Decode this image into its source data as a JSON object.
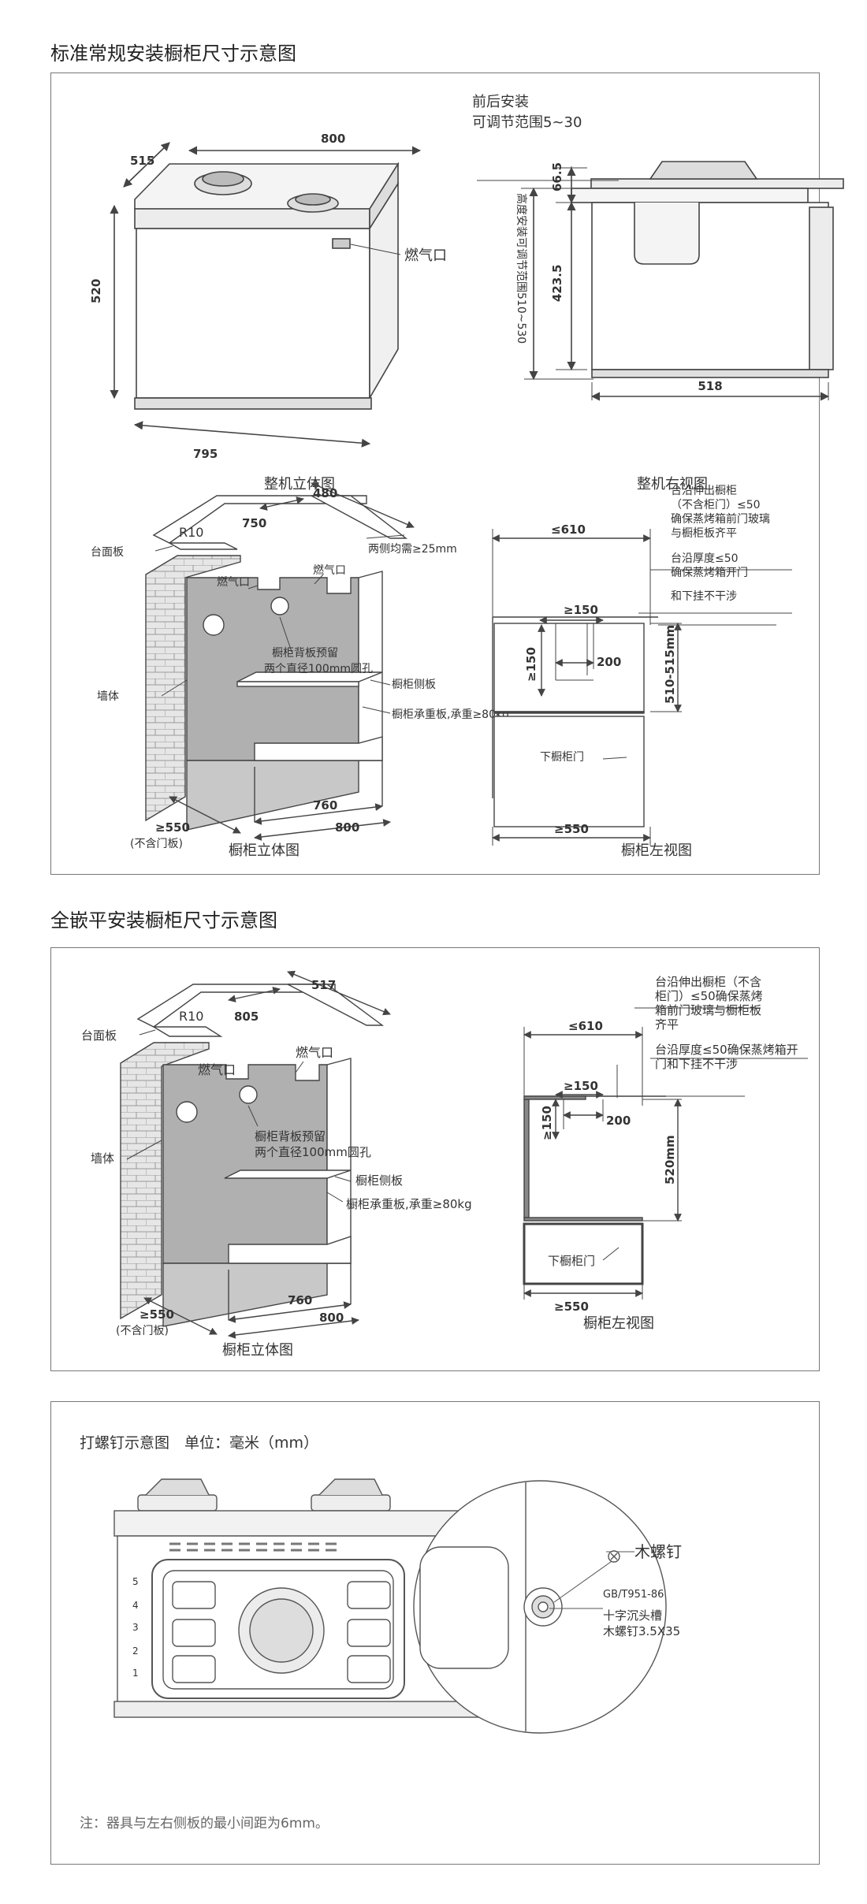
{
  "section1": {
    "title": "标准常规安装橱柜尺寸示意图",
    "unit_view": {
      "caption": "整机立体图",
      "dims": {
        "depth": "515",
        "width": "800",
        "height": "520",
        "bottom": "795"
      },
      "gas_label": "燃气口"
    },
    "right_view": {
      "caption": "整机右视图",
      "note_line1": "前后安装",
      "note_line2": "可调节范围5~30",
      "dim_top": "66.5",
      "dim_body": "423.5",
      "height_note": "高度安装可调节范围510~530",
      "dim_depth": "518"
    },
    "cabinet_3d": {
      "caption": "橱柜立体图",
      "radius": "R10",
      "dim_480": "480",
      "dim_750": "750",
      "gap_note": "两侧均需≥25mm",
      "countertop": "台面板",
      "gas1": "燃气口",
      "gas2": "燃气口",
      "backboard1": "橱柜背板预留",
      "backboard2": "两个直径100mm圆孔",
      "side": "橱柜侧板",
      "wall": "墙体",
      "shelf": "橱柜承重板,承重≥80kg",
      "dim_depth": "≥550",
      "dim_depth_note": "(不含门板)",
      "dim_760": "760",
      "dim_800": "800"
    },
    "cabinet_side": {
      "caption": "橱柜左视图",
      "note1": [
        "台沿伸出橱柜",
        "（不含柜门）≤50",
        "确保蒸烤箱前门玻璃",
        "与橱柜板齐平"
      ],
      "note2": [
        "台沿厚度≤50",
        "确保蒸烤箱开门"
      ],
      "note3": "和下挂不干涉",
      "dim_top": "≤610",
      "dim_150a": "≥150",
      "dim_150b": "≥150",
      "dim_200": "200",
      "dim_h": "510-515mm",
      "door": "下橱柜门",
      "dim_bottom": "≥550"
    }
  },
  "section2": {
    "title": "全嵌平安装橱柜尺寸示意图",
    "cabinet_3d": {
      "caption": "橱柜立体图",
      "radius": "R10",
      "dim_517": "517",
      "dim_805": "805",
      "countertop": "台面板",
      "gas1": "燃气口",
      "gas2": "燃气口",
      "backboard1": "橱柜背板预留",
      "backboard2": "两个直径100mm圆孔",
      "side": "橱柜侧板",
      "wall": "墙体",
      "shelf": "橱柜承重板,承重≥80kg",
      "dim_depth": "≥550",
      "dim_depth_note": "(不含门板)",
      "dim_760": "760",
      "dim_800": "800"
    },
    "cabinet_side": {
      "caption": "橱柜左视图",
      "note1": [
        "台沿伸出橱柜（不含",
        "柜门）≤50确保蒸烤",
        "箱前门玻璃与橱柜板",
        "齐平"
      ],
      "note2": [
        "台沿厚度≤50确保蒸烤箱开",
        "门和下挂不干涉"
      ],
      "dim_top": "≤610",
      "dim_150a": "≥150",
      "dim_150b": "≥150",
      "dim_200": "200",
      "dim_h": "520mm",
      "door": "下橱柜门",
      "dim_bottom": "≥550"
    }
  },
  "section3": {
    "title": "打螺钉示意图　单位：毫米（mm）",
    "screw_label": "木螺钉",
    "standard": "GB/T951-86",
    "screw_desc1": "十字沉头槽",
    "screw_desc2": "木螺钉3.5X35",
    "rack_levels": [
      "5",
      "4",
      "3",
      "2",
      "1"
    ],
    "note": "注：器具与左右侧板的最小间距为6mm。"
  },
  "colors": {
    "line": "#555555",
    "panel_border": "#777777",
    "wall": "#e6e6e6",
    "cabinet_fill": "#b0b0b0"
  }
}
